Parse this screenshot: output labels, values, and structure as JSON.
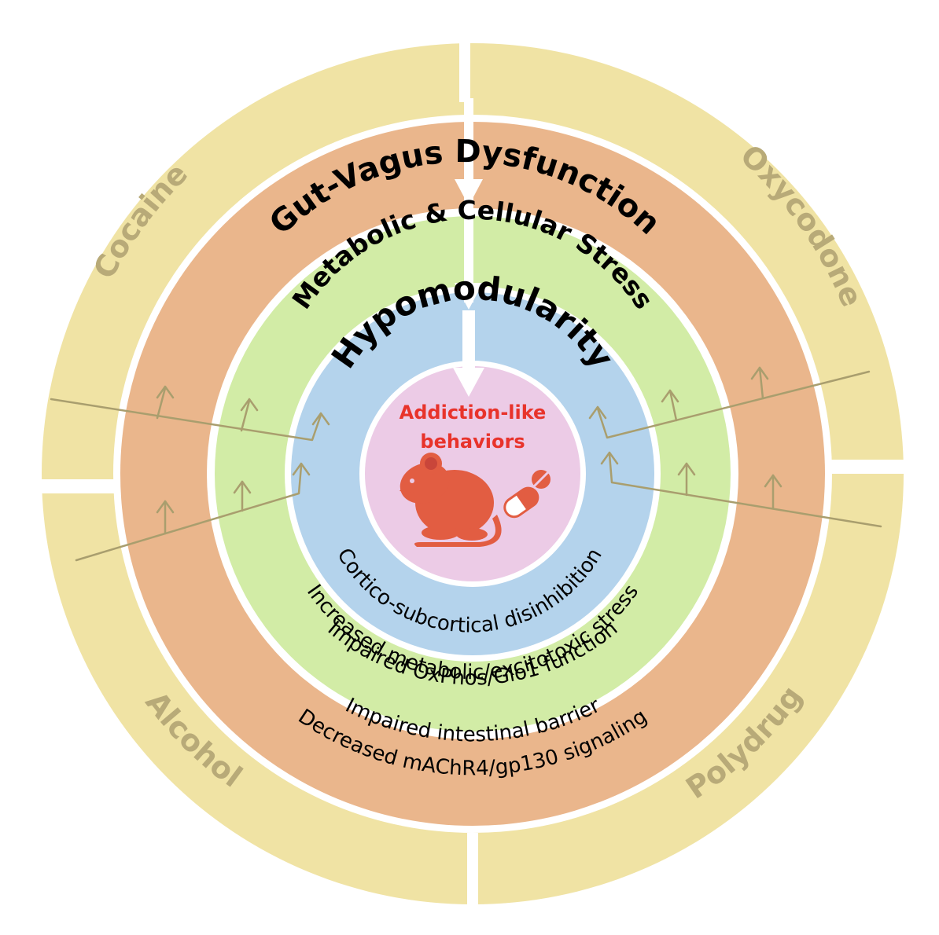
{
  "drugs": {
    "top_left": "Cocaine",
    "top_right": "Oxycodone",
    "bottom_left": "Alcohol",
    "bottom_right": "Polydrug"
  },
  "rings": {
    "gut_vagus": {
      "title": "Gut-Vagus Dysfunction",
      "line1": "Impaired intestinal barrier",
      "line2": "Decreased mAChR4/gp130 signaling"
    },
    "metabolic": {
      "title": "Metabolic & Cellular Stress",
      "line1": "Increased metabolic/excitotoxic stress",
      "line2": "Impaired OxPhos/Glo1 function"
    },
    "hypomodularity": {
      "title": "Hypomodularity",
      "line1": "Cortico-subcortical disinhibition"
    }
  },
  "center": {
    "line1": "Addiction-like",
    "line2": "behaviors"
  },
  "icons": {
    "mouse": "mouse-icon",
    "pill": "pill-capsule-icon"
  },
  "colors": {
    "outer_ring": "#f0e3a4",
    "gut_ring": "#eab68c",
    "metabolic_ring": "#d2eca6",
    "hypo_ring": "#b4d3ec",
    "center": "#eccbe6",
    "drug_text": "#b8aa78",
    "arrow_line": "#a99e6e",
    "center_text": "#e8332b",
    "mouse": "#e25d42"
  }
}
